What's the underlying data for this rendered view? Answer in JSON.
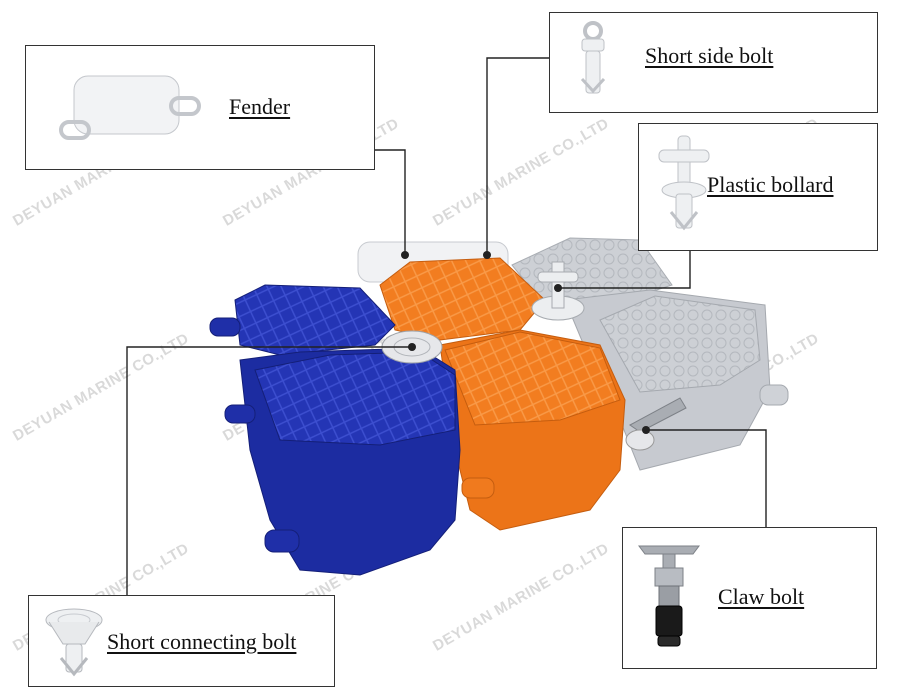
{
  "watermark": "DEYUAN MARINE CO.,LTD",
  "labels": {
    "fender": "Fender",
    "short_side_bolt": "Short side bolt",
    "plastic_bollard": "Plastic bollard",
    "short_connecting_bolt": "Short connecting bolt",
    "claw_bolt": "Claw bolt"
  },
  "colors": {
    "blue_cube": "#1f2fa8",
    "orange_cube": "#f07a1e",
    "grey_cube": "#c9ccd1",
    "white_part": "#f2f3f5",
    "border": "#333333"
  }
}
